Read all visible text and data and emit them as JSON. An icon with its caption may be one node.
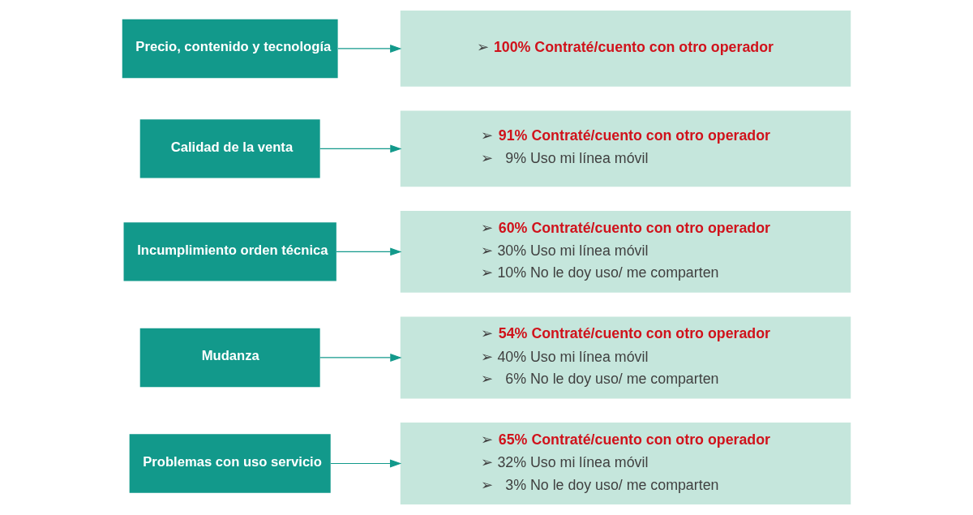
{
  "diagram": {
    "nodes": [
      {
        "text": [
          "Problemas con uso servicio"
        ]
      },
      {
        "text": [
          "➢ **65% Contraté/cuento con otro operador**",
          "➢ 32% Uso mi línea móvil",
          "➢   3% No le doy uso/ me comparten"
        ]
      },
      {
        "text": [
          "Mudanza"
        ]
      },
      {
        "text": [
          "➢ **54% Contraté/cuento con otro operador**",
          "➢ 40% Uso mi línea móvil",
          "➢   6% No le doy uso/ me comparten"
        ]
      },
      {
        "text": [
          "Incumplimiento orden técnica"
        ]
      },
      {
        "text": [
          "➢ **60% Contraté/cuento con otro operador**",
          "➢ 30% Uso mi línea móvil",
          "➢ 10% No le doy uso/ me comparten"
        ]
      },
      {
        "text": [
          "Calidad de la venta"
        ]
      },
      {
        "text": [
          "➢ **91% Contraté/cuento con otro operador**",
          "➢   9% Uso mi línea móvil"
        ]
      },
      {
        "text": [
          "Precio, contenido y tecnología"
        ]
      },
      {
        "text": [
          "➢ **100% Contraté/cuento con otro operador**"
        ]
      }
    ],
    "edges": [
      {
        "from": 0,
        "to": 1,
        "arrow": "to"
      },
      {
        "from": 2,
        "to": 3,
        "arrow": "to"
      },
      {
        "from": 4,
        "to": 5,
        "arrow": "to"
      },
      {
        "from": 6,
        "to": 7,
        "arrow": "to"
      },
      {
        "from": 8,
        "to": 9,
        "arrow": "to"
      }
    ]
  }
}
